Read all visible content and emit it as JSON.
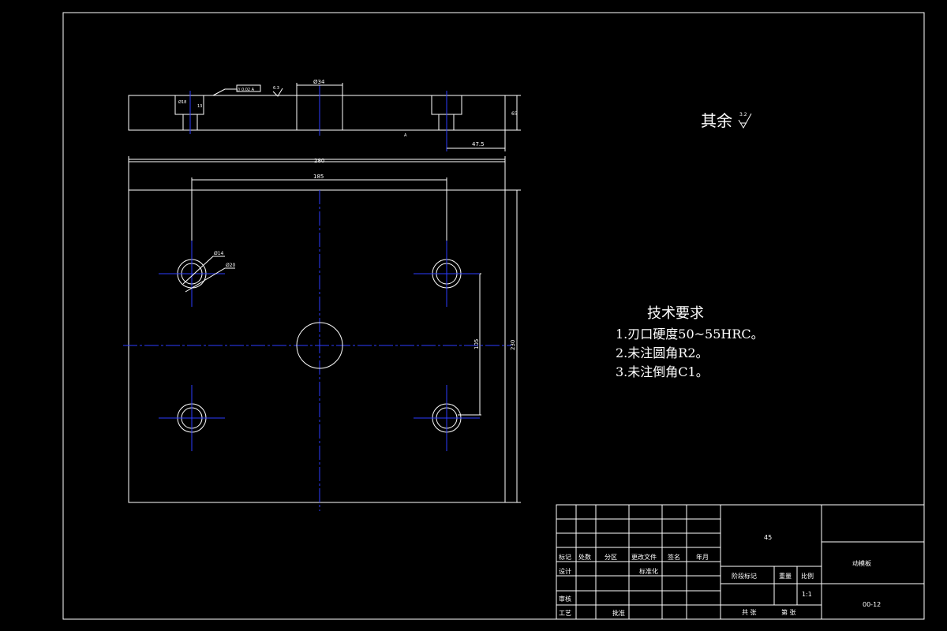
{
  "drawing": {
    "side_view": {
      "dim_diameter": "Ø34",
      "dim_47_5": "47.5",
      "dim_thickness": "65",
      "gdt_frame": "// 0.02 A",
      "roughness_label": "6.3",
      "small_dim_1": "Ø18",
      "small_dim_2": "13",
      "section_mark": "A"
    },
    "plan_view": {
      "dim_width": "280",
      "dim_hole_spacing": "185",
      "dim_height": "230",
      "dim_vertical_spacing": "105",
      "hole_dim_inner": "Ø14",
      "hole_dim_outer": "Ø20"
    },
    "surface_note": {
      "text": "其余",
      "roughness": "3.2"
    },
    "technical_requirements": {
      "heading": "技术要求",
      "items": [
        "1.刃口硬度50~55HRC。",
        "2.未注圆角R2。",
        "3.未注倒角C1。"
      ]
    },
    "title_block": {
      "material": "45",
      "part_name": "动模板",
      "drawing_no": "00-12",
      "scale": "1:1",
      "labels": {
        "mark": "标记",
        "count": "处数",
        "zone": "分区",
        "change_doc": "更改文件",
        "signature": "签名",
        "date": "年月",
        "design": "设计",
        "standardize": "标准化",
        "stage_mark": "阶段标记",
        "weight": "重量",
        "ratio": "比例",
        "review": "审核",
        "process": "工艺",
        "approve": "批准",
        "total_sheets": "共  张",
        "sheet_no": "第  张"
      }
    }
  }
}
